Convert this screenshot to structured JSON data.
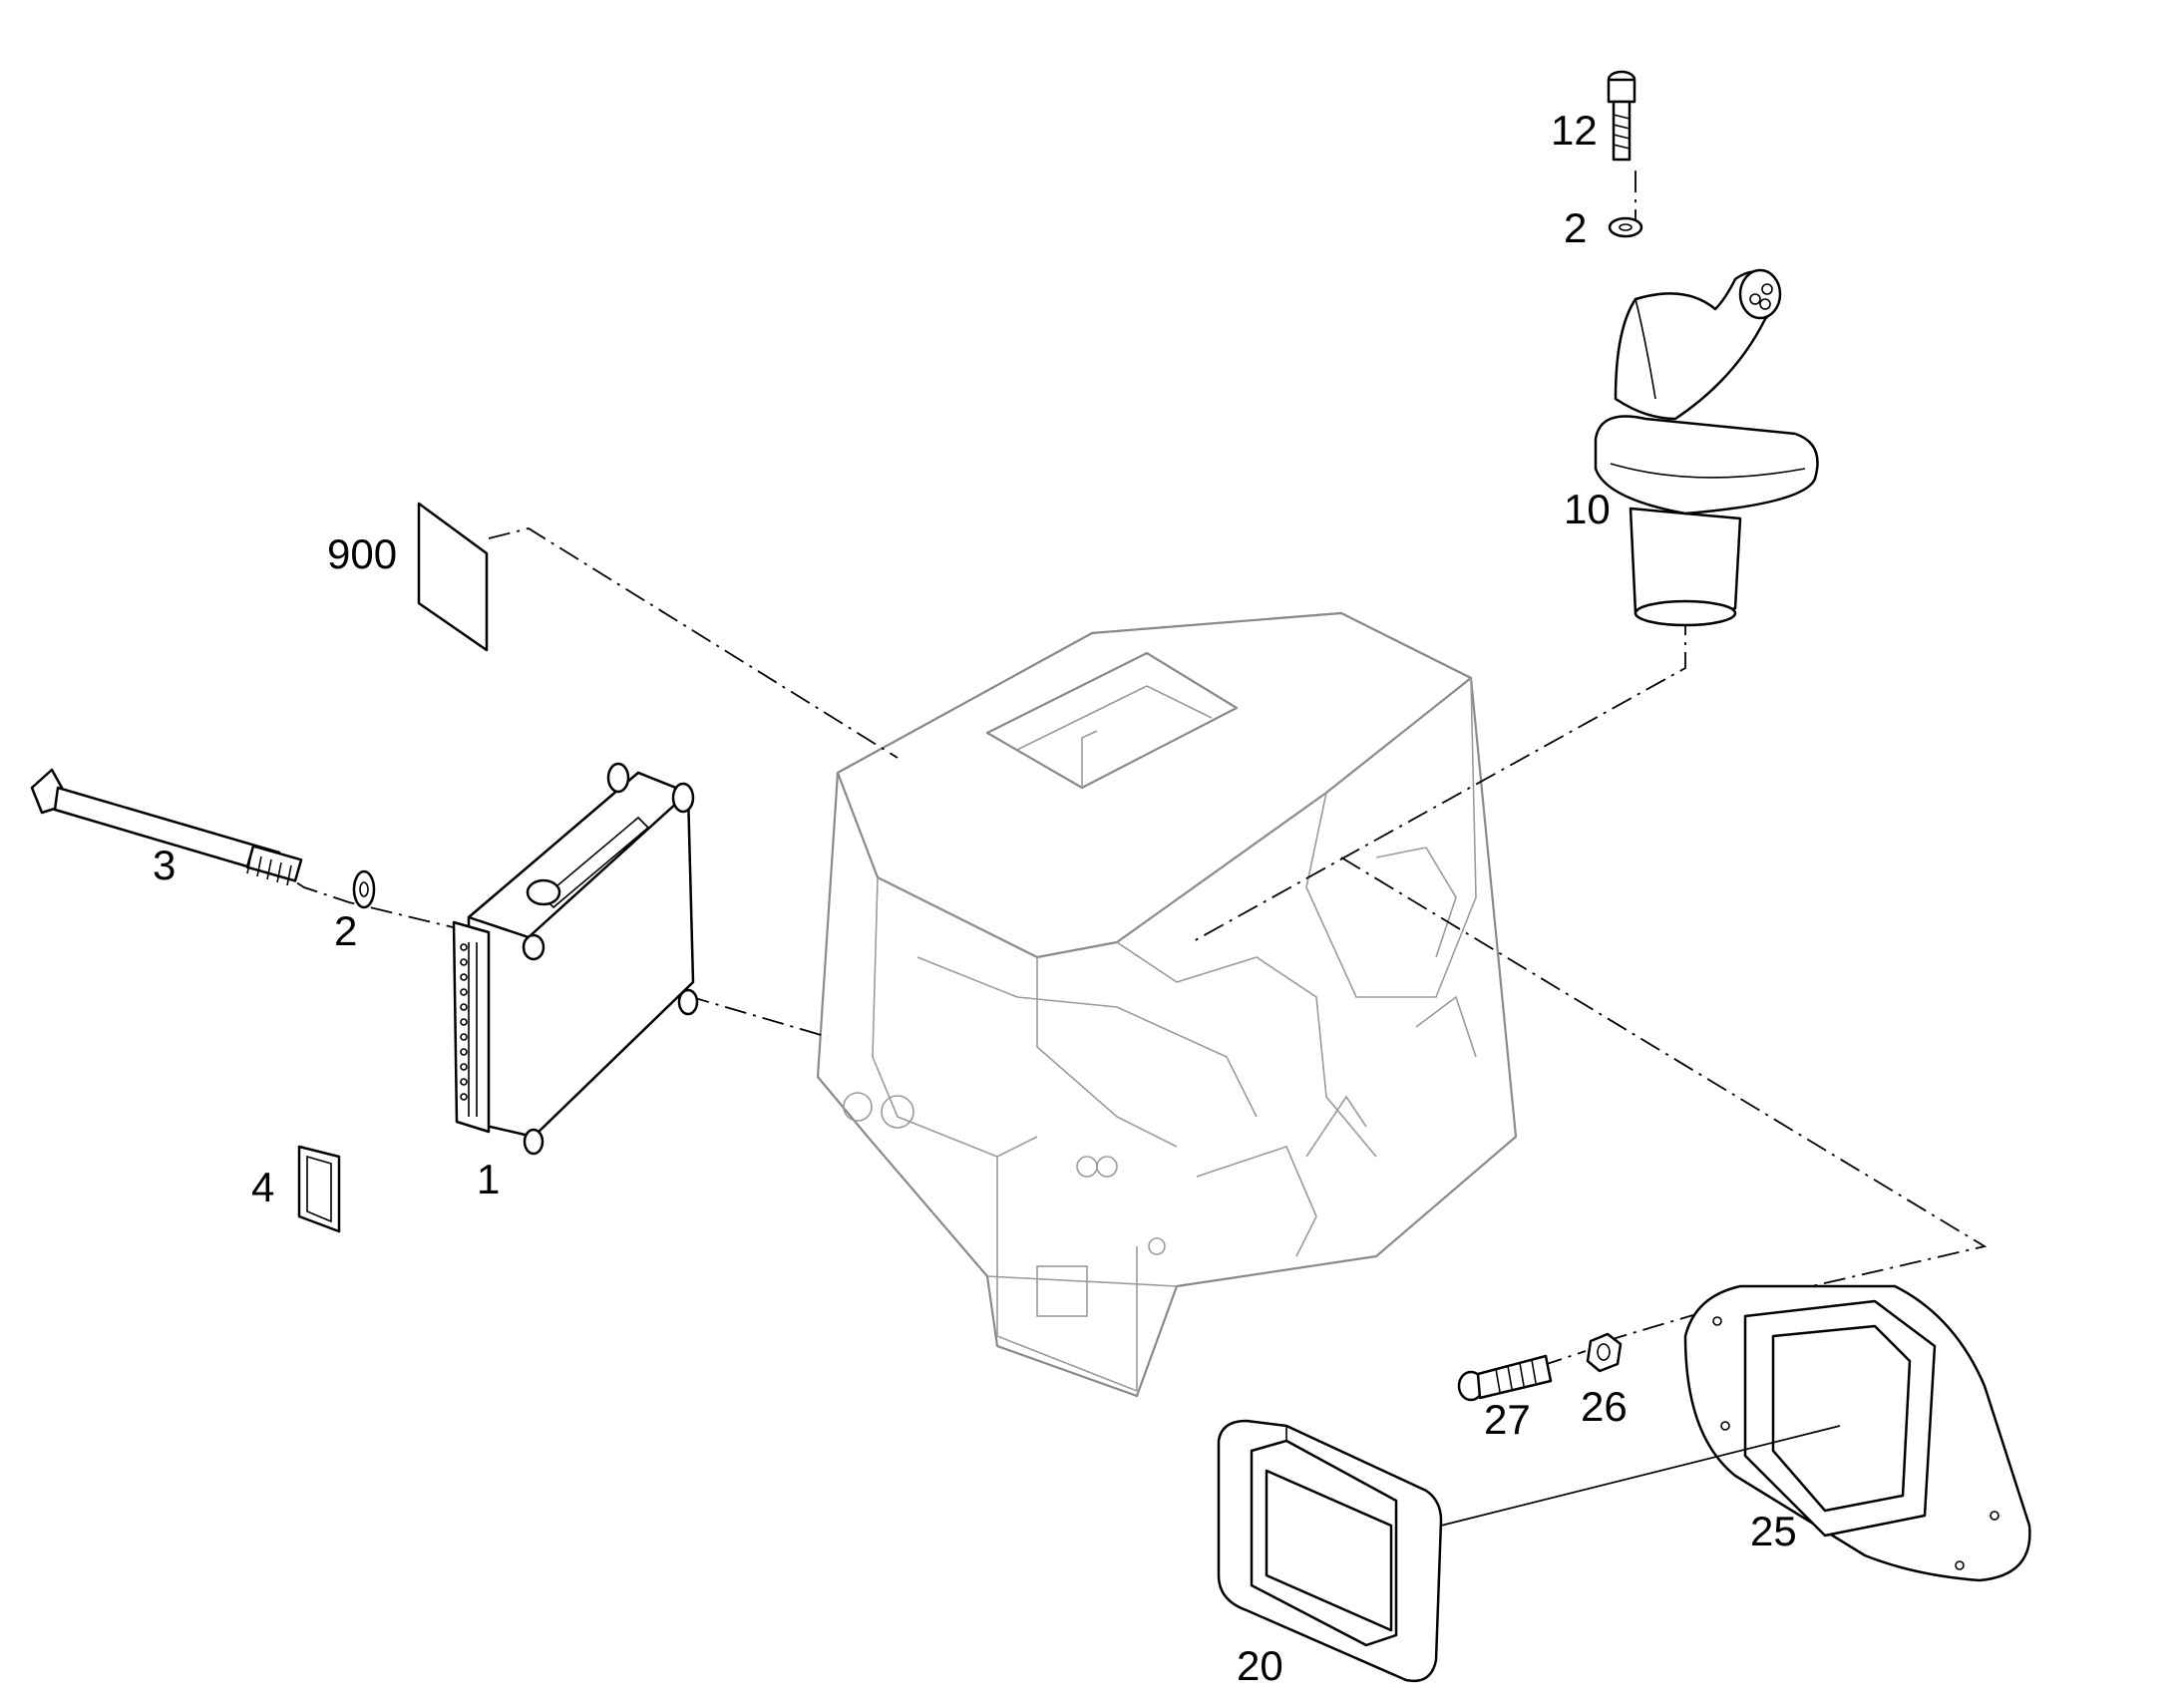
{
  "callouts": {
    "frame_base": "",
    "label_900": "900",
    "label_12": "12",
    "label_2_top": "2",
    "label_10": "10",
    "label_3": "3",
    "label_2_left": "2",
    "label_1": "1",
    "label_4": "4",
    "label_27": "27",
    "label_26": "26",
    "label_25": "25",
    "label_20": "20"
  },
  "colors": {
    "line": "#000000",
    "frame": "#8a8a8a",
    "background": "#ffffff"
  }
}
